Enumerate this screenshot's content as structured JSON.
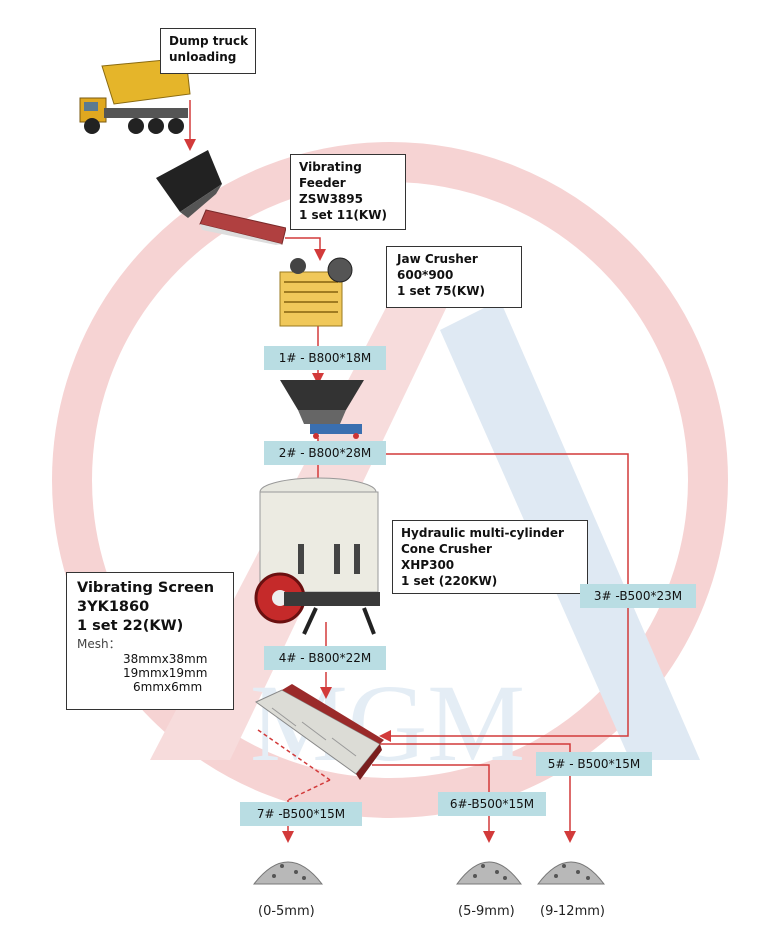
{
  "background": {
    "watermark_text": "MGM",
    "watermark_color": "#f4c7c7"
  },
  "colors": {
    "flow_line": "#d23a3a",
    "belt_fill": "#b9dde3",
    "box_border": "#333333"
  },
  "equipment": {
    "dump_truck": {
      "lines": [
        "Dump truck",
        "unloading"
      ]
    },
    "vibrating_feeder": {
      "lines": [
        "Vibrating",
        "Feeder",
        "ZSW3895",
        "1 set 11(KW)"
      ]
    },
    "jaw_crusher": {
      "lines": [
        "Jaw Crusher",
        "600*900",
        "1 set 75(KW)"
      ]
    },
    "cone_crusher": {
      "lines": [
        "Hydraulic multi-cylinder",
        "Cone Crusher",
        "XHP300",
        "1 set  (220KW)"
      ]
    },
    "vibrating_screen": {
      "title": "Vibrating Screen",
      "model": "3YK1860",
      "spec": "1 set  22(KW)",
      "mesh_label": "Mesh：",
      "meshes": [
        "38mmx38mm",
        "19mmx19mm",
        "6mmx6mm"
      ]
    }
  },
  "belts": {
    "b1": "1# - B800*18M",
    "b2": "2# - B800*28M",
    "b3": "3# -B500*23M",
    "b4": "4# - B800*22M",
    "b5": "5# - B500*15M",
    "b6": "6#-B500*15M",
    "b7": "7# -B500*15M"
  },
  "products": [
    "(0-5mm)",
    "(5-9mm)",
    "(9-12mm)"
  ]
}
